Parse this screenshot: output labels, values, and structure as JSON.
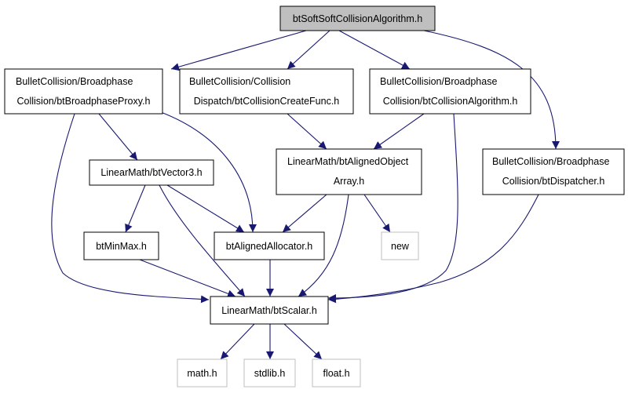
{
  "nodes": {
    "root": [
      "btSoftSoftCollisionAlgorithm.h"
    ],
    "broadphase_proxy": [
      "BulletCollision/Broadphase",
      "Collision/btBroadphaseProxy.h"
    ],
    "collision_create_func": [
      "BulletCollision/Collision",
      "Dispatch/btCollisionCreateFunc.h"
    ],
    "collision_algorithm": [
      "BulletCollision/Broadphase",
      "Collision/btCollisionAlgorithm.h"
    ],
    "dispatcher": [
      "BulletCollision/Broadphase",
      "Collision/btDispatcher.h"
    ],
    "vector3": [
      "LinearMath/btVector3.h"
    ],
    "aligned_object_array": [
      "LinearMath/btAlignedObject",
      "Array.h"
    ],
    "minmax": [
      "btMinMax.h"
    ],
    "aligned_allocator": [
      "btAlignedAllocator.h"
    ],
    "new": [
      "new"
    ],
    "scalar": [
      "LinearMath/btScalar.h"
    ],
    "math": [
      "math.h"
    ],
    "stdlib": [
      "stdlib.h"
    ],
    "float": [
      "float.h"
    ]
  },
  "colors": {
    "edge": "#191970",
    "root_fill": "#bfbfbf",
    "ghost_border": "#bfbfbf"
  }
}
